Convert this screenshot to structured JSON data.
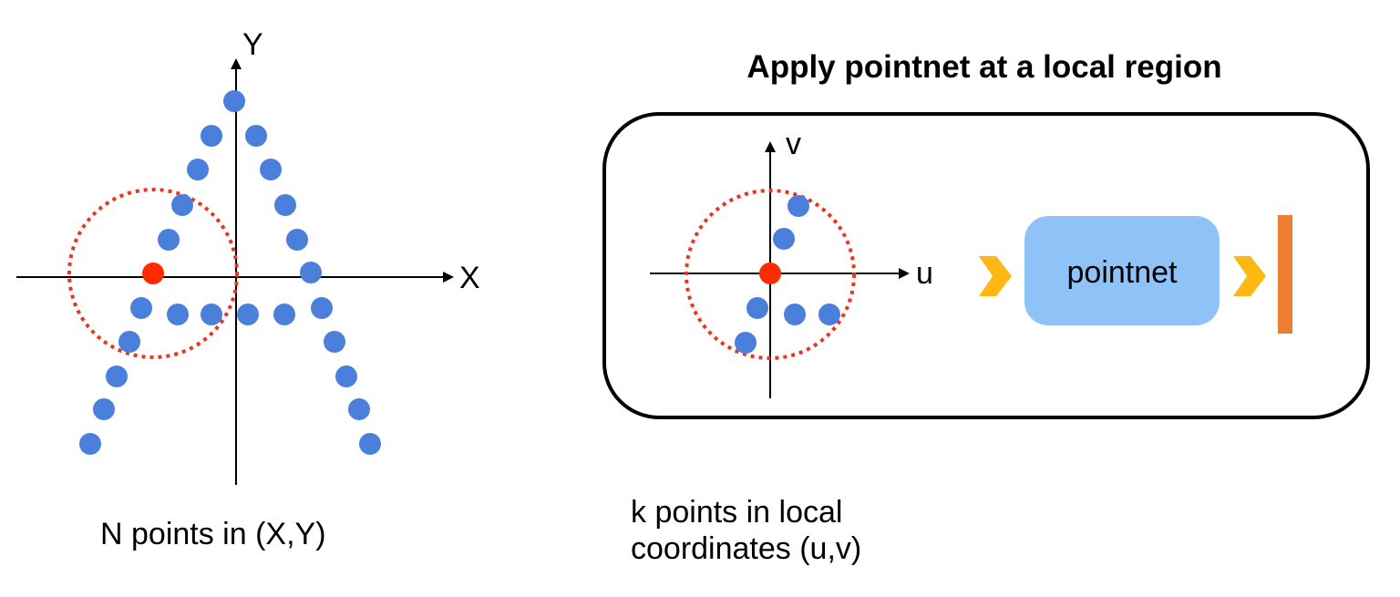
{
  "left_panel": {
    "x_axis_label": "X",
    "y_axis_label": "Y",
    "caption": "N points in (X,Y)"
  },
  "right_panel": {
    "title": "Apply pointnet at a local region",
    "u_axis_label": "u",
    "v_axis_label": "v",
    "network_label": "pointnet",
    "caption_line1": "k points in local",
    "caption_line2": "coordinates (u,v)"
  },
  "colors": {
    "point": "#4a7fdc",
    "center_point": "#ff2a00",
    "neighborhood_circle": "#ee3322",
    "pointnet_box": "#8fc3f7",
    "arrow": "#fdb813",
    "output_feature": "#ed7d31",
    "axis": "#000000"
  }
}
